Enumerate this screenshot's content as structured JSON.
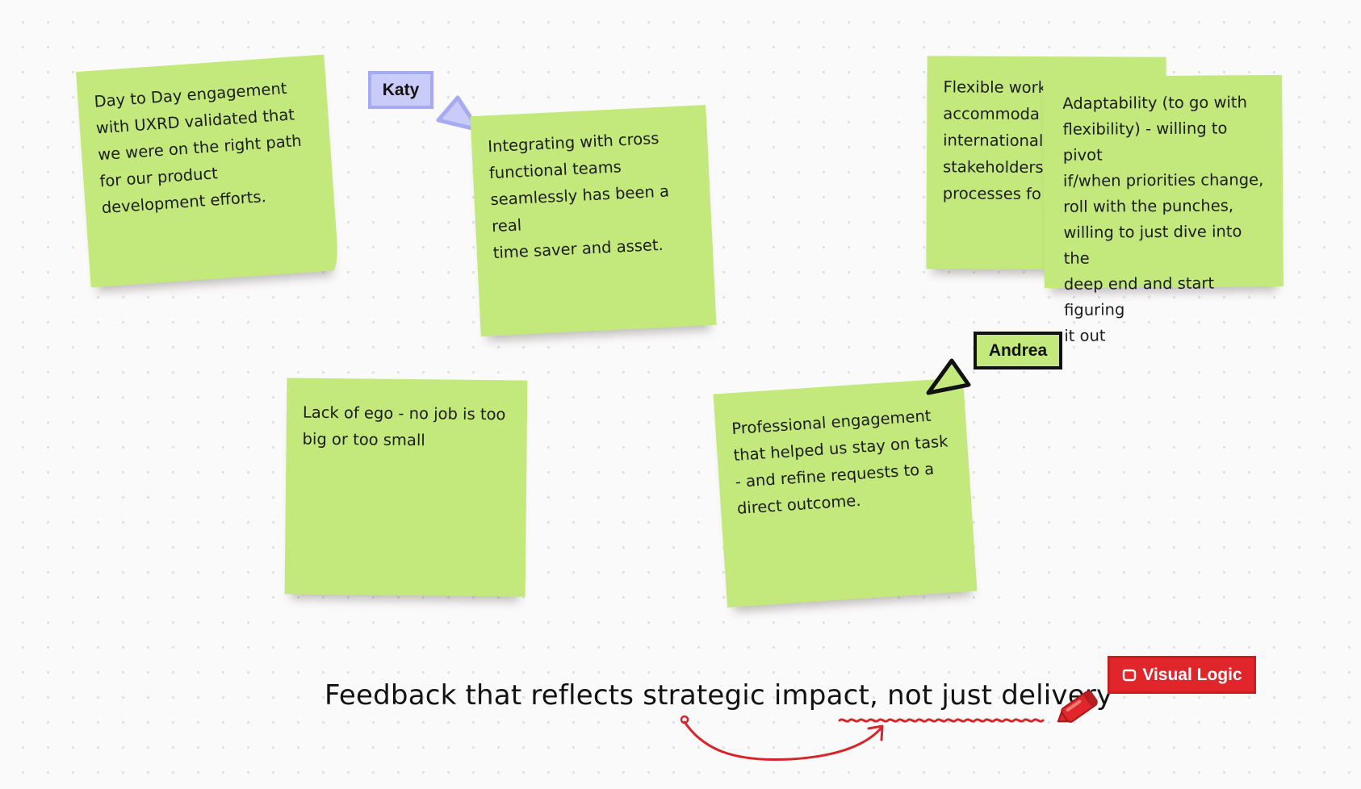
{
  "board": {
    "notes": [
      {
        "text": "Day to Day engagement\nwith UXRD validated that\nwe were on the right path\nfor our product\ndevelopment efforts."
      },
      {
        "text": "Integrating with cross\nfunctional teams\nseamlessly has been a real\ntime saver and asset."
      },
      {
        "text": "Flexible work\naccommoda\ninternational\nstakeholders\nprocesses fo"
      },
      {
        "text": "Adaptability (to go with\nflexibility) - willing to pivot\nif/when priorities change,\nroll with the punches,\nwilling to just dive into the\ndeep end and start figuring\nit out"
      },
      {
        "text": "Lack of ego - no job is too\nbig or too small"
      },
      {
        "text": "Professional engagement\nthat helped us stay on task\n- and refine requests to a\ndirect outcome."
      }
    ],
    "cursors": [
      {
        "name": "Katy",
        "color": "#c9ccf8",
        "border": "#a6aaf0"
      },
      {
        "name": "Andrea",
        "color": "#c3e87c",
        "border": "#111111"
      }
    ],
    "note_color": "#c3e87c"
  },
  "caption": {
    "text": "Feedback that reflects strategic impact, not just delivery",
    "annotation_color": "#d8242a",
    "marker_icon": "red-marker-icon"
  },
  "brand": {
    "label": "Visual Logic",
    "icon": "visual-logic-logo-icon",
    "color": "#e0262a"
  }
}
